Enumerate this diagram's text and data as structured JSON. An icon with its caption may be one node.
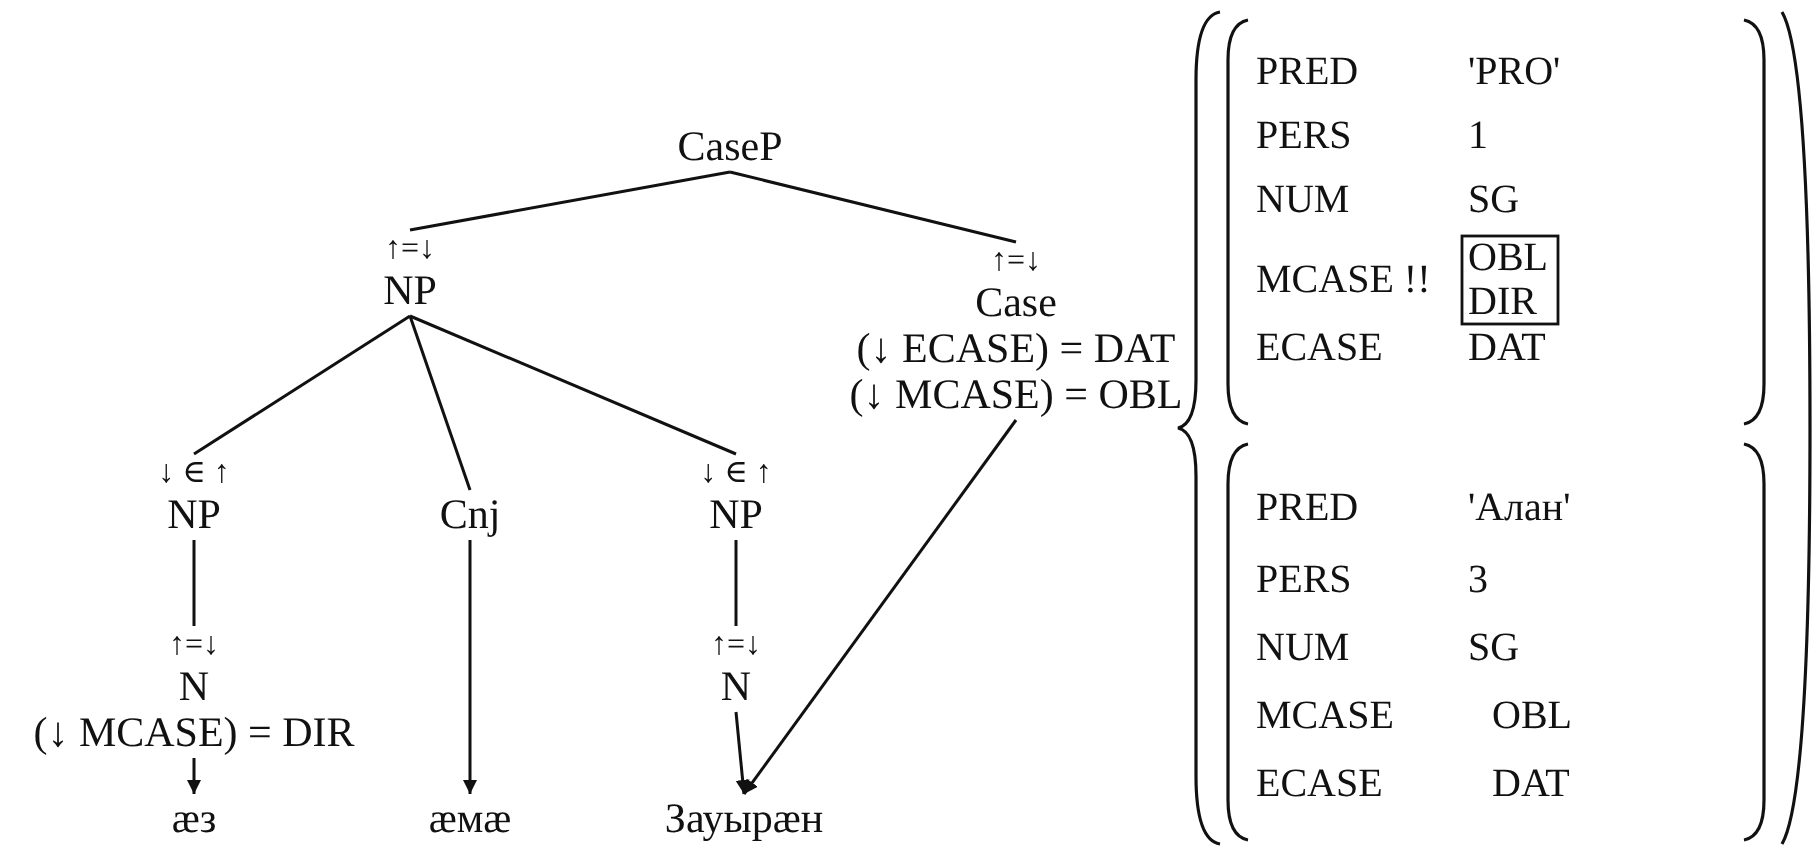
{
  "diagram": {
    "nodes": [
      {
        "text": [
          "CaseP"
        ]
      },
      {
        "text": [
          "↑=↓",
          "NP"
        ]
      },
      {
        "text": [
          "↑=↓",
          "Case",
          "(↓ ECASE) = DAT",
          "(↓ MCASE) = OBL"
        ]
      },
      {
        "text": [
          "↓ ∈ ↑",
          "NP"
        ]
      },
      {
        "text": [
          "Cnj"
        ]
      },
      {
        "text": [
          "↓ ∈ ↑",
          "NP"
        ]
      },
      {
        "text": [
          "↑=↓",
          "N",
          "(↓ MCASE) = DIR"
        ]
      },
      {
        "text": [
          "↑=↓",
          "N"
        ]
      },
      {
        "text": [
          "æз"
        ]
      },
      {
        "text": [
          "æмæ"
        ]
      },
      {
        "text": [
          "Зауырæн"
        ]
      }
    ],
    "edges": [
      {
        "from": 0,
        "to": 1,
        "arrow": "none"
      },
      {
        "from": 0,
        "to": 2,
        "arrow": "none"
      },
      {
        "from": 1,
        "to": 3,
        "arrow": "none"
      },
      {
        "from": 1,
        "to": 4,
        "arrow": "none"
      },
      {
        "from": 1,
        "to": 5,
        "arrow": "none"
      },
      {
        "from": 3,
        "to": 6,
        "arrow": "none"
      },
      {
        "from": 5,
        "to": 7,
        "arrow": "none"
      },
      {
        "from": 6,
        "to": 8,
        "arrow": "to"
      },
      {
        "from": 4,
        "to": 9,
        "arrow": "to"
      },
      {
        "from": 7,
        "to": 10,
        "arrow": "to"
      },
      {
        "from": 2,
        "to": 10,
        "arrow": "to"
      }
    ],
    "labels": [
      "PRED",
      "'PRO'",
      "PERS",
      "1",
      "NUM",
      "SG",
      "MCASE !!",
      "OBL",
      "DIR",
      "ECASE",
      "DAT",
      "PRED",
      "'Алан'",
      "PERS",
      "3",
      "NUM",
      "SG",
      "MCASE",
      "OBL",
      "ECASE",
      "DAT"
    ]
  }
}
